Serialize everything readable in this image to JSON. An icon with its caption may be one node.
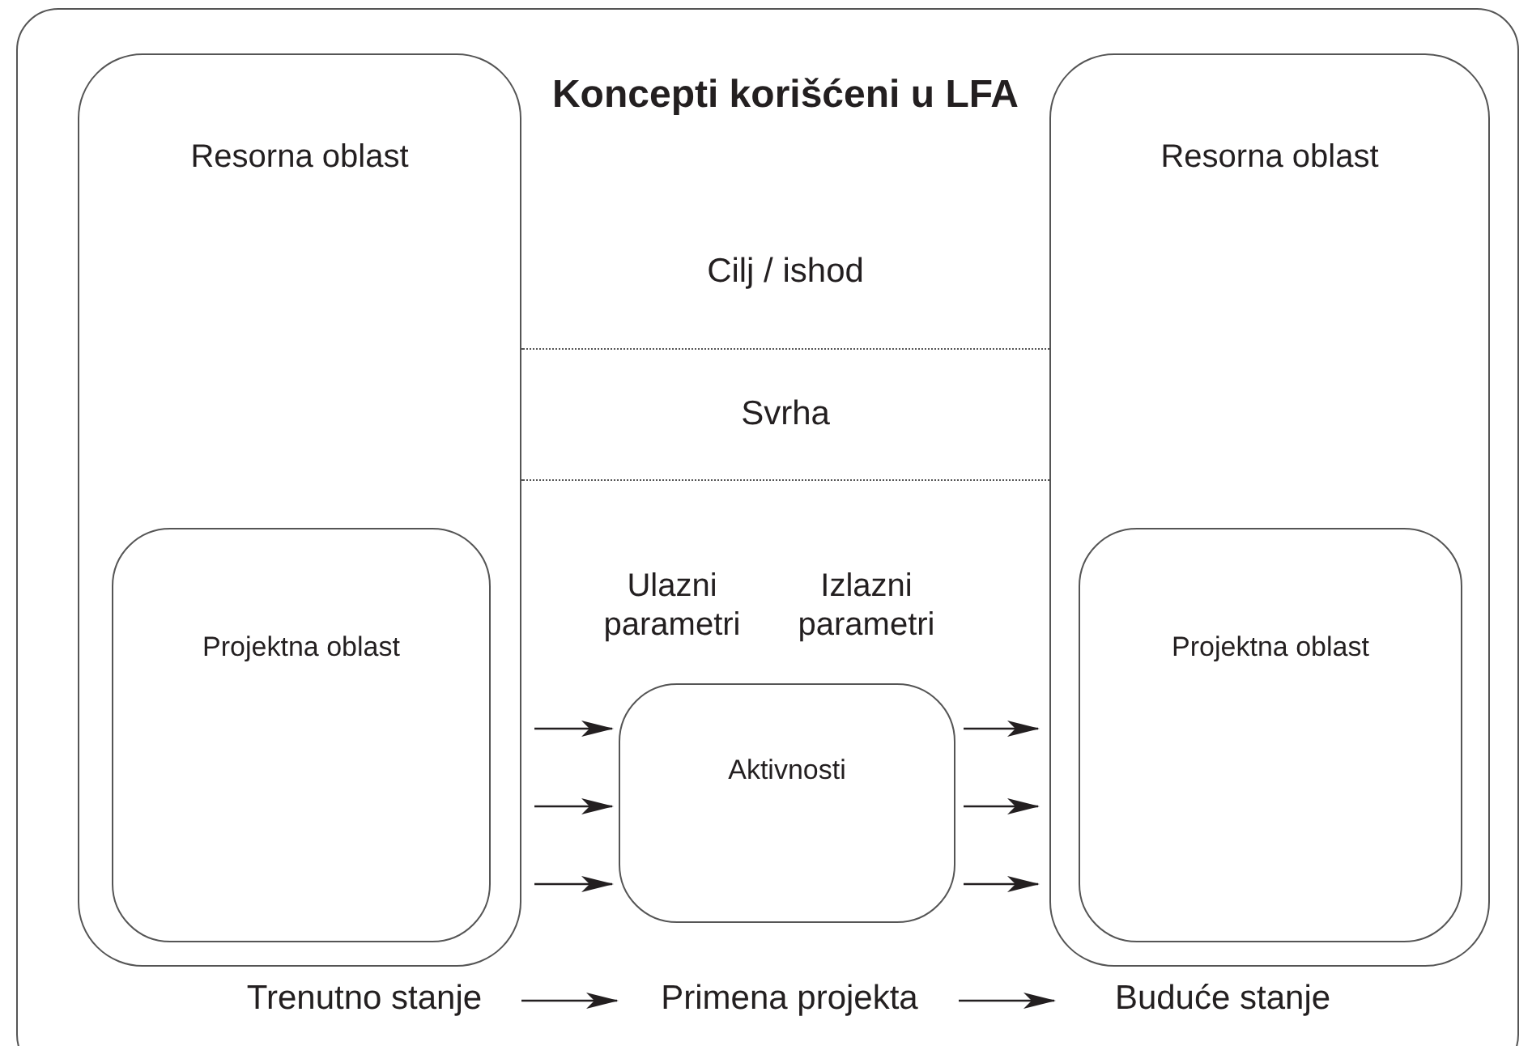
{
  "diagram": {
    "title": "Koncepti korišćeni u LFA",
    "nodes": [
      {
        "text": [
          "Resorna oblast"
        ]
      },
      {
        "text": [
          "Projektna oblast"
        ],
        "in": 0
      },
      {
        "text": [
          "Cilj / ishod"
        ]
      },
      {
        "text": [
          "Svrha"
        ]
      },
      {
        "text": [
          "Resorna oblast"
        ]
      },
      {
        "text": [
          "Projektna oblast"
        ],
        "in": 4
      },
      {
        "text": [
          "Aktivnosti"
        ]
      },
      {
        "text": [
          "Trenutno stanje"
        ]
      },
      {
        "text": [
          "Primena projekta"
        ]
      },
      {
        "text": [
          "Buduće stanje"
        ]
      }
    ],
    "edges": [
      {
        "from": 0,
        "to": 6,
        "arrow": "to"
      },
      {
        "from": 0,
        "to": 6,
        "arrow": "to"
      },
      {
        "from": 0,
        "to": 6,
        "arrow": "to"
      },
      {
        "from": 6,
        "to": 4,
        "arrow": "to"
      },
      {
        "from": 6,
        "to": 4,
        "arrow": "to"
      },
      {
        "from": 6,
        "to": 4,
        "arrow": "to"
      },
      {
        "from": 7,
        "to": 8,
        "arrow": "to"
      },
      {
        "from": 8,
        "to": 9,
        "arrow": "to"
      }
    ],
    "labels": [
      "Ulazni parametri",
      "Izlazni parametri"
    ]
  }
}
